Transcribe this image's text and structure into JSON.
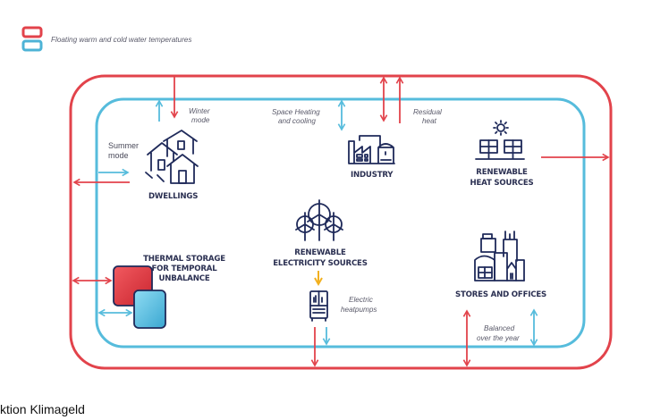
{
  "legend": {
    "text": "Floating warm and cold water temperatures",
    "warm_color": "#e2434b",
    "cold_color": "#4db3d6"
  },
  "colors": {
    "warm": "#e2434b",
    "cold": "#56bcdc",
    "icon": "#1f2a5a",
    "electric": "#f2b01e"
  },
  "nodes": {
    "dwellings": {
      "label": "DWELLINGS",
      "icon": "houses-icon"
    },
    "industry": {
      "label": "INDUSTRY",
      "icon": "factory-icon"
    },
    "renewable_heat": {
      "label_line1": "RENEWABLE",
      "label_line2": "HEAT SOURCES",
      "icon": "solar-panel-icon"
    },
    "thermal_storage": {
      "label_line1": "THERMAL STORAGE",
      "label_line2": "FOR TEMPORAL",
      "label_line3": "UNBALANCE",
      "icon": "storage-tanks-icon"
    },
    "renewable_electricity": {
      "label_line1": "RENEWABLE",
      "label_line2": "ELECTRICITY SOURCES",
      "icon": "wind-turbines-icon"
    },
    "stores_offices": {
      "label": "STORES AND OFFICES",
      "icon": "city-buildings-icon"
    },
    "heatpumps": {
      "icon": "heatpump-icon"
    }
  },
  "annotations": {
    "winter_mode_1": "Winter",
    "winter_mode_2": "mode",
    "summer_mode_1": "Summer",
    "summer_mode_2": "mode",
    "space_heating_1": "Space Heating",
    "space_heating_2": "and cooling",
    "residual_heat_1": "Residual",
    "residual_heat_2": "heat",
    "electric_heatpumps_1": "Electric",
    "electric_heatpumps_2": "heatpumps",
    "balanced_1": "Balanced",
    "balanced_2": "over the year"
  },
  "caption": "ktion Klimageld"
}
